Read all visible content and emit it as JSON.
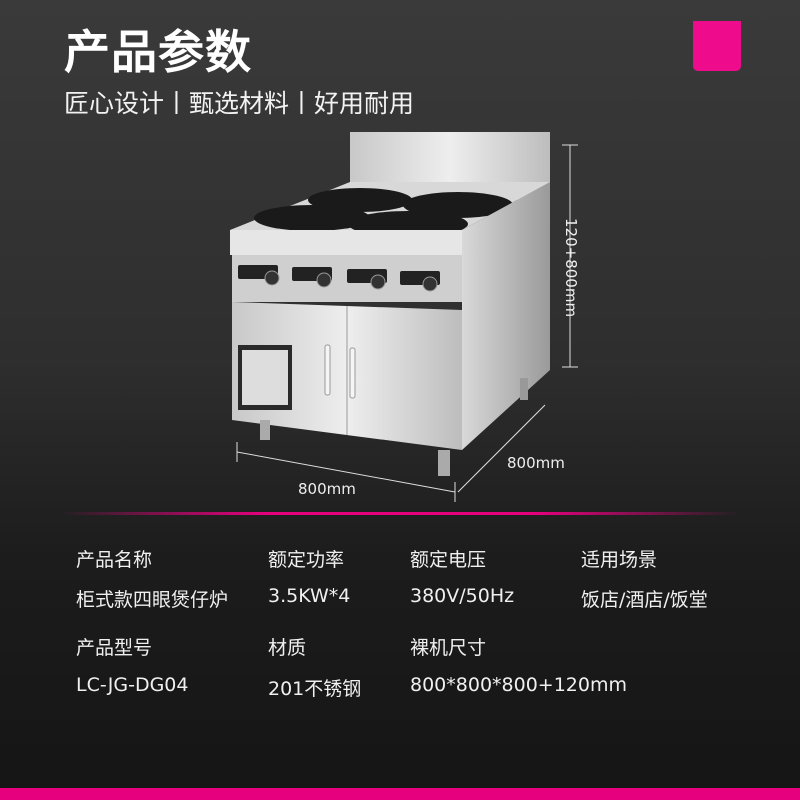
{
  "header": {
    "title": "产品参数",
    "subtitle": "匠心设计丨甄选材料丨好用耐用",
    "accent_color": "#e6007e"
  },
  "product_image": {
    "dimensions": {
      "height": "120+800mm",
      "depth": "800mm",
      "width": "800mm"
    }
  },
  "specs": [
    {
      "label": "产品名称",
      "value": "柜式款四眼煲仔炉"
    },
    {
      "label": "额定功率",
      "value": "3.5KW*4"
    },
    {
      "label": "额定电压",
      "value": "380V/50Hz"
    },
    {
      "label": "适用场景",
      "value": "饭店/酒店/饭堂"
    },
    {
      "label": "产品型号",
      "value": "LC-JG-DG04"
    },
    {
      "label": "材质",
      "value": "201不锈钢"
    },
    {
      "label": "裸机尺寸",
      "value": "800*800*800+120mm"
    }
  ]
}
